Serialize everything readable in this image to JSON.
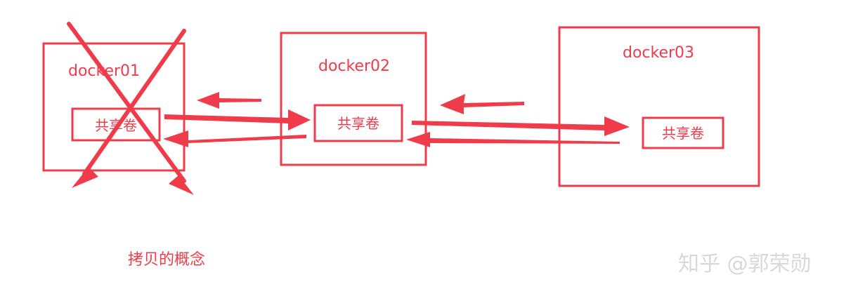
{
  "diagram": {
    "containers": [
      {
        "id": "docker01",
        "label": "docker01",
        "volume_label": "共享卷"
      },
      {
        "id": "docker02",
        "label": "docker02",
        "volume_label": "共享卷"
      },
      {
        "id": "docker03",
        "label": "docker03",
        "volume_label": "共享卷"
      }
    ],
    "caption": "拷贝的概念",
    "watermark": "知乎 @郭荣勋",
    "colors": {
      "accent": "#ef3b4a",
      "watermark": "#d9d9d9",
      "background": "#ffffff"
    }
  }
}
